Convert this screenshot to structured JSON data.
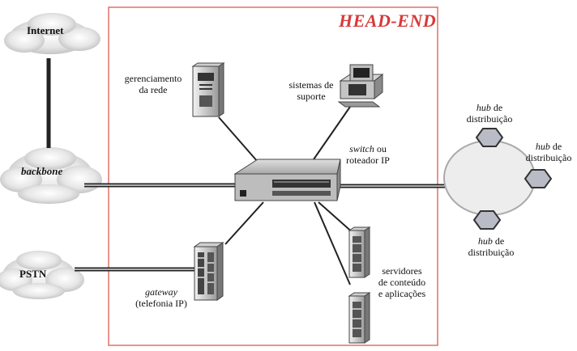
{
  "clouds": {
    "internet": "Internet",
    "backbone": "backbone",
    "pstn": "PSTN"
  },
  "headend": {
    "title": "HEAD-END"
  },
  "nodes": {
    "gerenciamento": [
      "gerenciamento",
      "da rede"
    ],
    "sistemas": [
      "sistemas de",
      "suporte"
    ],
    "switch": {
      "term": "switch",
      "rest": " ou",
      "line2": "roteador IP"
    },
    "gateway": {
      "term": "gateway",
      "line2": "(telefonia IP)"
    },
    "servidores": [
      "servidores",
      "de conteúdo",
      "e aplicações"
    ]
  },
  "hubs": {
    "term": "hub",
    "suffix": " de",
    "line2": "distribuição"
  },
  "colors": {
    "headend_border": "#e0706b",
    "headend_title": "#d63a3a",
    "hub_fill": "#b9bcc6",
    "ring_fill": "#ededed",
    "line": "#222222"
  }
}
